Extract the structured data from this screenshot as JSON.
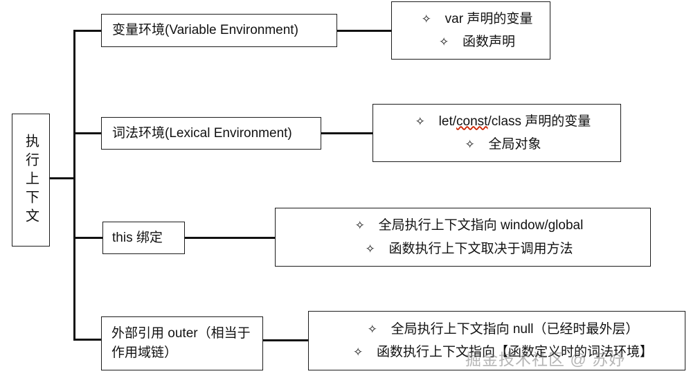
{
  "diagram": {
    "type": "tree-mindmap",
    "root": {
      "label": "执行上下文",
      "orientation": "vertical-text"
    },
    "bullet_icon": "✧",
    "branches": [
      {
        "label": "变量环境(Variable Environment)",
        "details": [
          {
            "text": "var 声明的变量"
          },
          {
            "text": "函数声明"
          }
        ]
      },
      {
        "label": "词法环境(Lexical Environment)",
        "details": [
          {
            "text_pre": "let/",
            "text_spell": "const",
            "text_post": "/class 声明的变量"
          },
          {
            "text": "全局对象"
          }
        ]
      },
      {
        "label": "this 绑定",
        "details": [
          {
            "text": "全局执行上下文指向 window/global"
          },
          {
            "text": "函数执行上下文取决于调用方法"
          }
        ]
      },
      {
        "label": "外部引用 outer（相当于作用域链）",
        "details": [
          {
            "text": "全局执行上下文指向 null（已经时最外层）"
          },
          {
            "text": "函数执行上下文指向【函数定义时的词法环境】"
          }
        ]
      }
    ]
  },
  "watermark": {
    "text": "掘金技术社区 @ 苏妤"
  },
  "colors": {
    "ink": "#111111",
    "border": "#1b1b1b",
    "background": "#ffffff",
    "spellcheck_underline": "#cc2200",
    "watermark": "#787878"
  }
}
